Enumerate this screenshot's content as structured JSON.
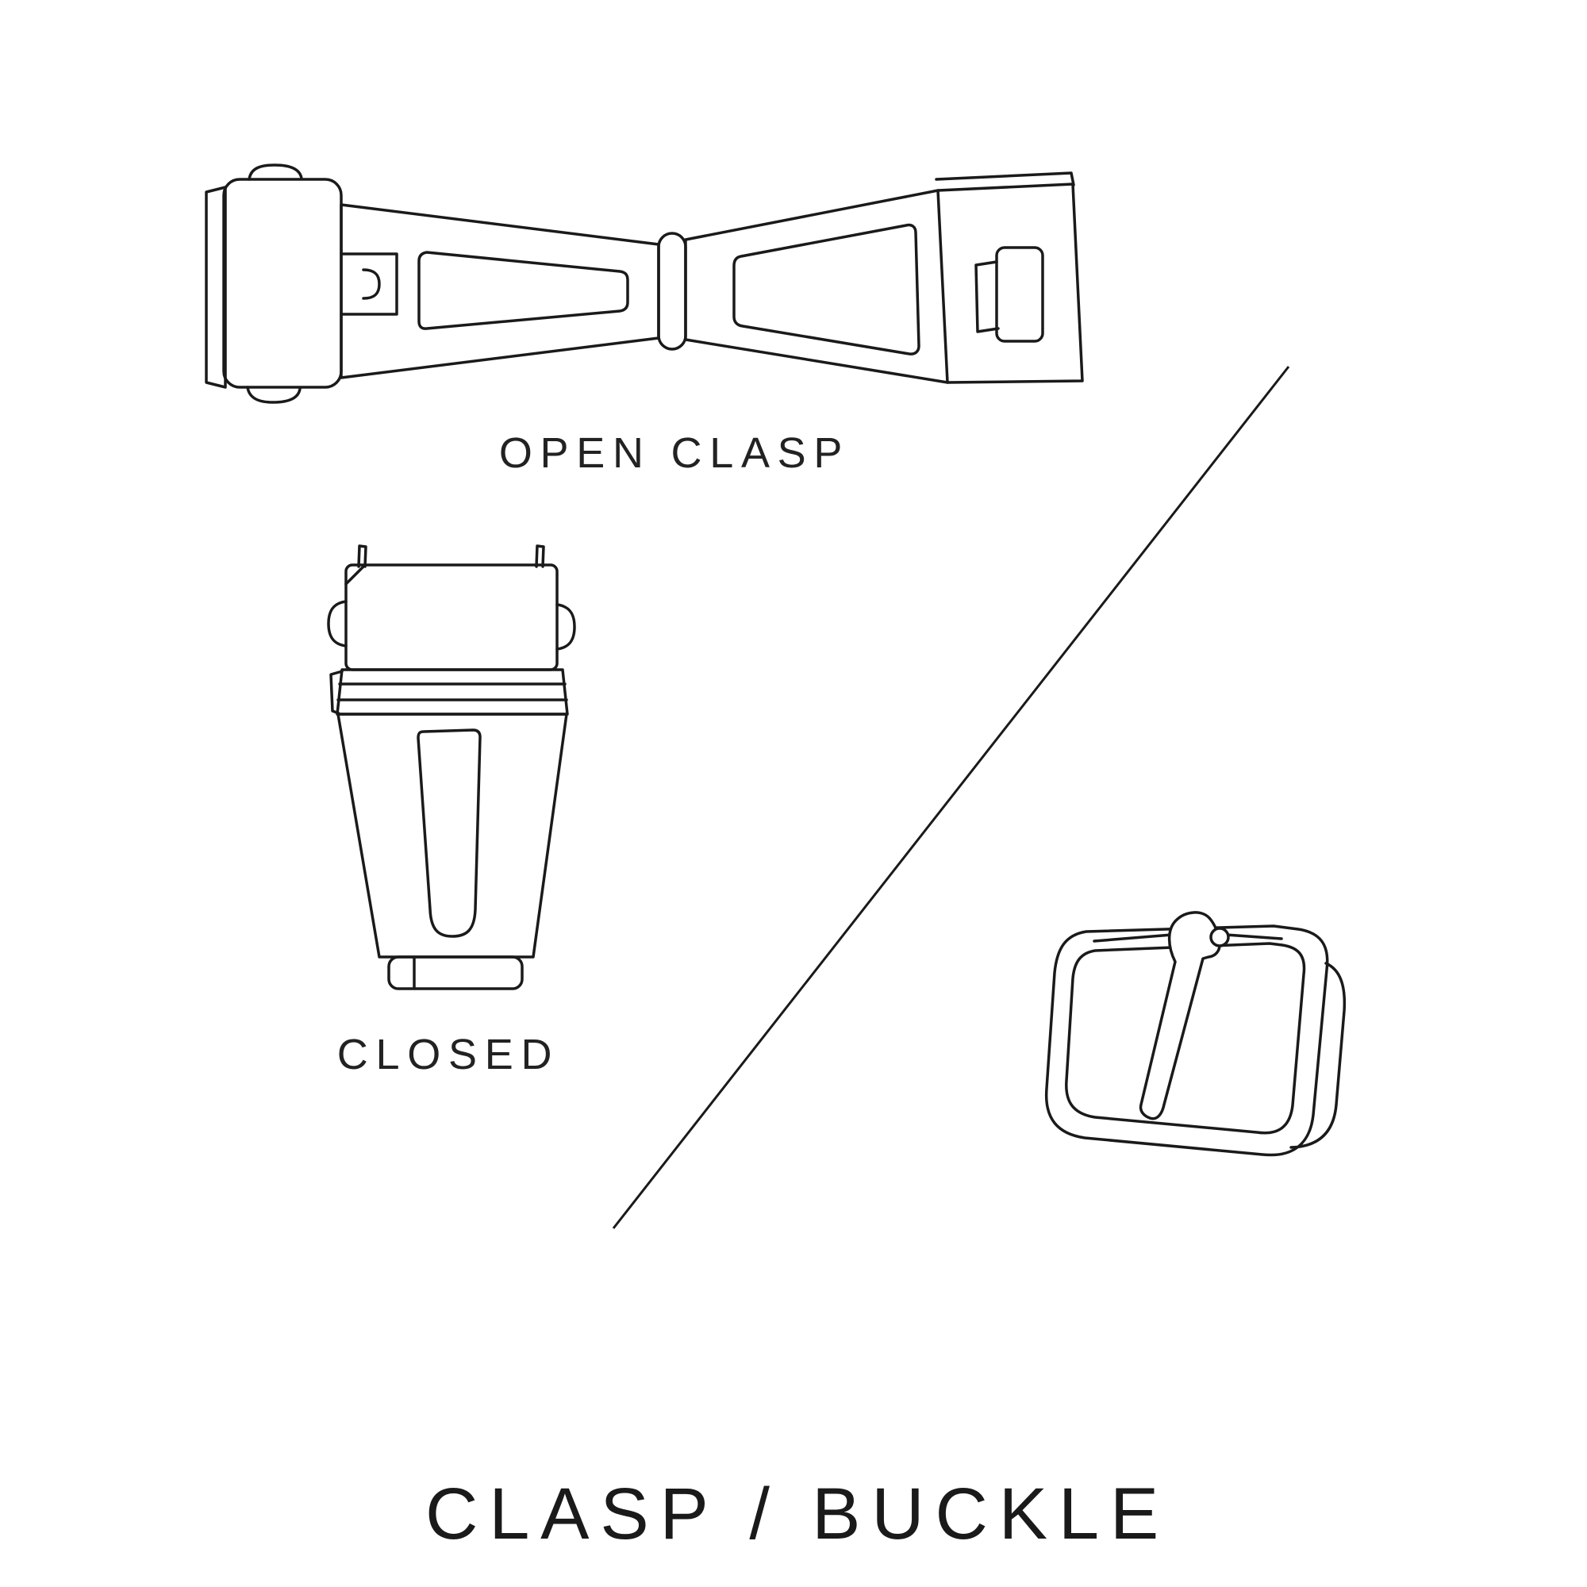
{
  "page": {
    "background": "#ffffff",
    "ink": "#1a1a1a"
  },
  "labels": {
    "open_clasp": "OPEN CLASP",
    "closed": "CLOSED",
    "title": "CLASP / BUCKLE"
  },
  "icons": [
    {
      "name": "open-clasp-illustration",
      "meaning": "watch deployant clasp shown open"
    },
    {
      "name": "closed-clasp-illustration",
      "meaning": "watch clasp shown closed"
    },
    {
      "name": "buckle-illustration",
      "meaning": "watch tang buckle with prong"
    },
    {
      "name": "divider-line",
      "meaning": "diagonal separator between clasp and buckle"
    }
  ]
}
